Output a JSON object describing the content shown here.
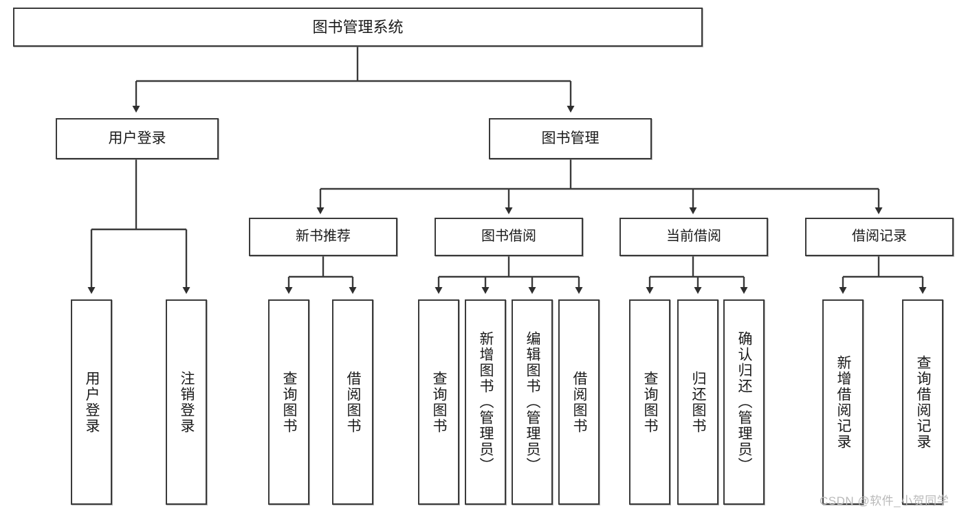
{
  "diagram": {
    "type": "tree",
    "title": "图书管理系统",
    "root": {
      "label": "图书管理系统"
    },
    "level1": [
      {
        "label": "用户登录"
      },
      {
        "label": "图书管理"
      }
    ],
    "level2": [
      {
        "label": "新书推荐"
      },
      {
        "label": "图书借阅"
      },
      {
        "label": "当前借阅"
      },
      {
        "label": "借阅记录"
      }
    ],
    "leaves": {
      "user_login": [
        {
          "label": "用户登录"
        },
        {
          "label": "注销登录"
        }
      ],
      "new_book_recommend": [
        {
          "label": "查询图书"
        },
        {
          "label": "借阅图书"
        }
      ],
      "book_borrow": [
        {
          "label": "查询图书"
        },
        {
          "label": "新增图书（管理员）"
        },
        {
          "label": "编辑图书（管理员）"
        },
        {
          "label": "借阅图书"
        }
      ],
      "current_borrow": [
        {
          "label": "查询图书"
        },
        {
          "label": "归还图书"
        },
        {
          "label": "确认归还（管理员）"
        }
      ],
      "borrow_record": [
        {
          "label": "新增借阅记录"
        },
        {
          "label": "查询借阅记录"
        }
      ]
    }
  },
  "watermark": {
    "text": "CSDN @软件_小贺同学"
  },
  "colors": {
    "box_border": "#3a3a3a",
    "edge": "#3a3a3a",
    "text": "#1a1a1a",
    "background": "#ffffff",
    "watermark": "#b9b9b9"
  }
}
